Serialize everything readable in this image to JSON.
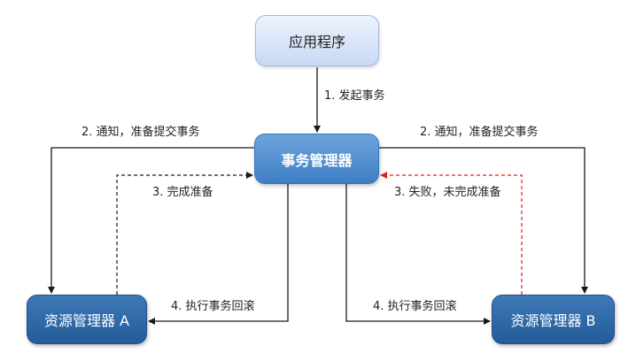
{
  "nodes": {
    "app": "应用程序",
    "tm": "事务管理器",
    "ra": "资源管理器 A",
    "rb": "资源管理器 B"
  },
  "edges": {
    "begin": "1. 发起事务",
    "notify_left": "2. 通知，准备提交事务",
    "notify_right": "2. 通知，准备提交事务",
    "ready_a": "3. 完成准备",
    "fail_b": "3. 失败，未完成准备",
    "rollback_a": "4. 执行事务回滚",
    "rollback_b": "4. 执行事务回滚"
  },
  "colors": {
    "line": "#1a1a1a",
    "fail_line": "#e0201b"
  }
}
